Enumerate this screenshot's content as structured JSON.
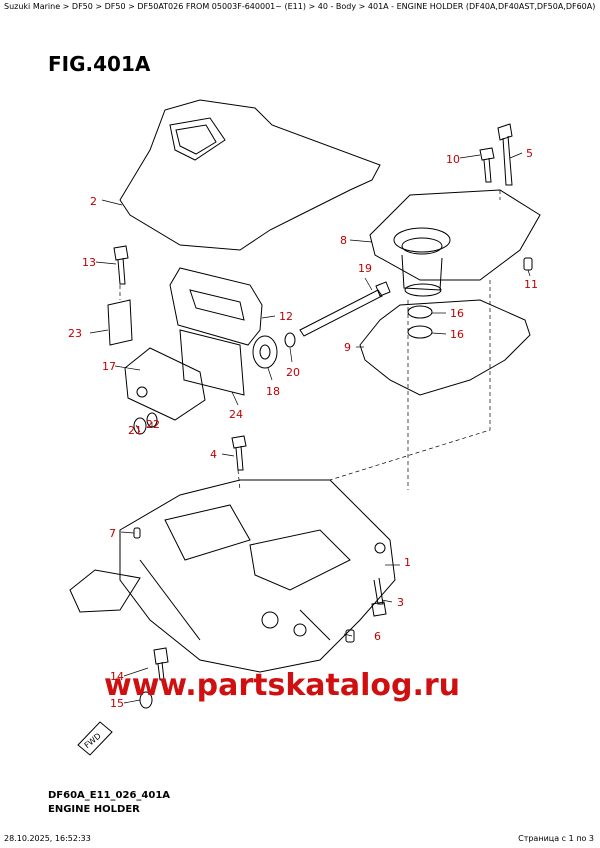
{
  "breadcrumb": "Suzuki Marine > DF50 > DF50 > DF50AT026 FROM 05003F-640001~ (E11) > 40 - Body > 401A - ENGINE HOLDER (DF40A,DF40AST,DF50A,DF60A)",
  "figure_title": "FIG.401A",
  "callouts": [
    "1",
    "2",
    "3",
    "4",
    "5",
    "6",
    "7",
    "8",
    "9",
    "10",
    "11",
    "12",
    "13",
    "14",
    "15",
    "16",
    "16",
    "17",
    "18",
    "19",
    "20",
    "21",
    "22",
    "23",
    "24"
  ],
  "fwd_label": "FWD",
  "watermark": "www.partskatalog.ru",
  "footer": {
    "code": "DF60A_E11_026_401A",
    "name": "ENGINE HOLDER"
  },
  "timestamp": "28.10.2025, 16:52:33",
  "pager": "Страница с 1 по 3",
  "colors": {
    "callout": "#c00000",
    "watermark": "#d01010",
    "line": "#000000"
  }
}
